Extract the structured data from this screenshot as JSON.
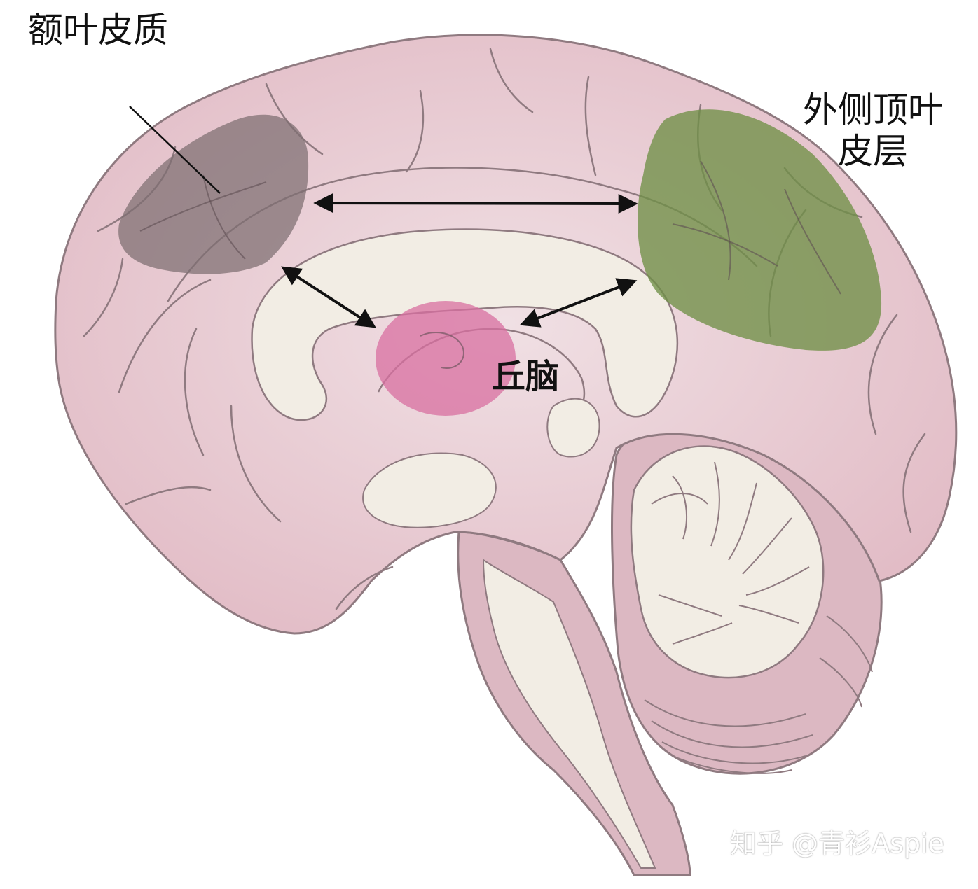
{
  "labels": {
    "frontal_cortex": "额叶皮质",
    "parietal_cortex_line1": "外侧顶叶",
    "parietal_cortex_line2": "皮层",
    "thalamus": "丘脑"
  },
  "watermark": "知乎 @青衫Aspie",
  "colors": {
    "background": "#ffffff",
    "brain_fill": "#e2bcc6",
    "brain_center_fill": "#f0e0e4",
    "brain_outline": "#8f7a80",
    "white_matter": "#f2ede4",
    "frontal_region": "#7d6e70",
    "parietal_region": "#6f8f47",
    "thalamus_region": "#d86fa0",
    "arrows": "#111111",
    "label_text": "#111111"
  },
  "icons": {
    "arrow_frontal_parietal": "double-headed-arrow",
    "arrow_frontal_thalamus": "double-headed-arrow",
    "arrow_parietal_thalamus": "double-headed-arrow"
  }
}
